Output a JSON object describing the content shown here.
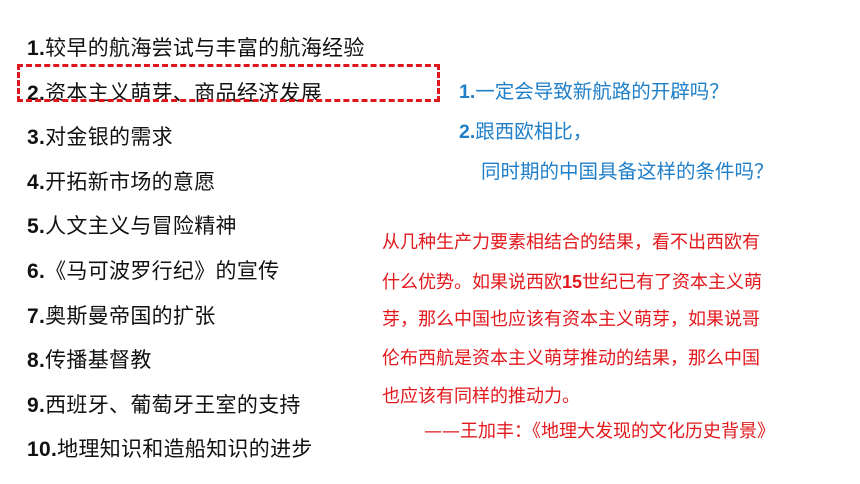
{
  "factors": [
    {
      "num": "1.",
      "text": "较早的航海尝试与丰富的航海经验"
    },
    {
      "num": "2.",
      "text": "资本主义萌芽、商品经济发展"
    },
    {
      "num": "3.",
      "text": "对金银的需求"
    },
    {
      "num": "4.",
      "text": "开拓新市场的意愿"
    },
    {
      "num": "5.",
      "text": "人文主义与冒险精神"
    },
    {
      "num": "6.",
      "text": "《马可波罗行纪》的宣传"
    },
    {
      "num": "7.",
      "text": "奥斯曼帝国的扩张"
    },
    {
      "num": "8.",
      "text": "传播基督教"
    },
    {
      "num": "9.",
      "text": "西班牙、葡萄牙王室的支持"
    },
    {
      "num": "10.",
      "text": "地理知识和造船知识的进步"
    }
  ],
  "questions": {
    "q1_num": "1.",
    "q1_text": "一定会导致新航路的开辟吗？",
    "q2_num": "2.",
    "q2_text": "跟西欧相比，",
    "q2_cont": "同时期的中国具备这样的条件吗？"
  },
  "quote": {
    "line1": "从几种生产力要素相结合的结果，看不出西欧有",
    "line2_a": "什么优势。如果说西欧",
    "line2_num": "15",
    "line2_b": "世纪已有了资本主义萌",
    "line3": "芽，那么中国也应该有资本主义萌芽，如果说哥",
    "line4": "伦布西航是资本主义萌芽推动的结果，那么中国",
    "line5": "也应该有同样的推动力。",
    "source": "——王加丰：《地理大发现的文化历史背景》"
  },
  "colors": {
    "list_text": "#111111",
    "highlight_border": "#e0161c",
    "question_text": "#1f7fc9",
    "quote_text": "#e3181c"
  }
}
